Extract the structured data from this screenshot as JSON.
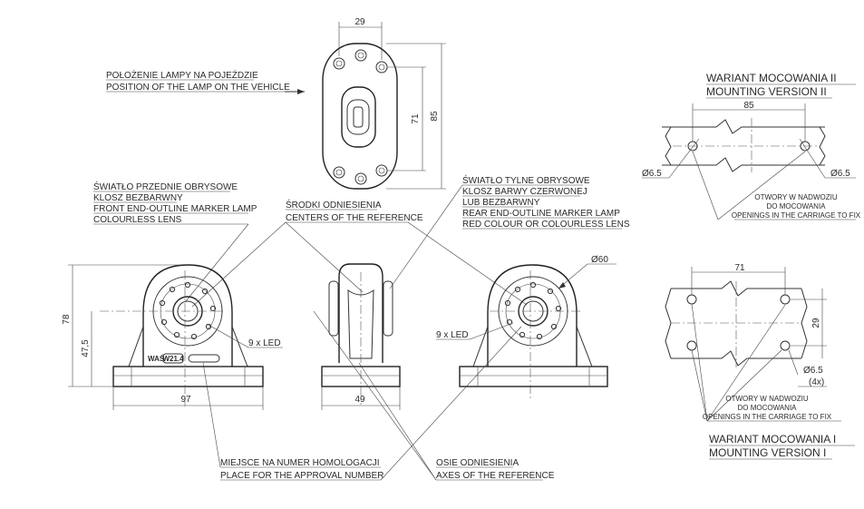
{
  "top_view": {
    "callout": [
      "POŁOŻENIE LAMPY NA POJEŹDZIE",
      "POSITION OF THE LAMP ON THE VEHICLE"
    ],
    "dim_width": "29",
    "dim_holes": "71",
    "dim_length": "85"
  },
  "front_lamp_callout": [
    "ŚWIATŁO PRZEDNIE OBRYSOWE",
    "KLOSZ BEZBARWNY",
    "FRONT END-OUTLINE MARKER LAMP",
    "COLOURLESS LENS"
  ],
  "reference_center_callout": [
    "ŚRODKI ODNIESIENIA",
    "CENTERS OF THE REFERENCE"
  ],
  "rear_lamp_callout": [
    "ŚWIATŁO TYLNE OBRYSOWE",
    "KLOSZ BARWY CZERWONEJ",
    "LUB BEZBARWNY",
    "REAR END-OUTLINE MARKER LAMP",
    "RED COLOUR OR COLOURLESS LENS"
  ],
  "left_view": {
    "dim_height": "78",
    "dim_center": "47,5",
    "dim_width": "97",
    "led_label": "9 x LED",
    "brand": "WAŚ",
    "code": "W21.4"
  },
  "middle_view": {
    "dim_width": "49"
  },
  "right_view": {
    "dim_diameter": "Ø60",
    "led_label": "9 x LED"
  },
  "approval_callout": [
    "MIEJSCE NA NUMER HOMOLOGACJI",
    "PLACE FOR THE APPROVAL NUMBER"
  ],
  "axes_callout": [
    "OSIE ODNIESIENIA",
    "AXES OF THE REFERENCE"
  ],
  "mount_v2": {
    "title": [
      "WARIANT MOCOWANIA II",
      "MOUNTING VERSION II"
    ],
    "dim_spacing": "85",
    "hole_left": "Ø6.5",
    "hole_right": "Ø6.5",
    "note": [
      "OTWORY W NADWOZIU",
      "DO MOCOWANIA",
      "OPENINGS IN THE CARRIAGE TO FIX"
    ]
  },
  "mount_v1": {
    "title": [
      "WARIANT MOCOWANIA I",
      "MOUNTING VERSION I"
    ],
    "dim_spacing": "71",
    "dim_height": "29",
    "hole": "Ø6.5",
    "hole_count": "(4x)",
    "note": [
      "OTWORY W NADWOZIU",
      "DO MOCOWANIA",
      "OPENINGS IN THE CARRIAGE TO FIX"
    ]
  }
}
